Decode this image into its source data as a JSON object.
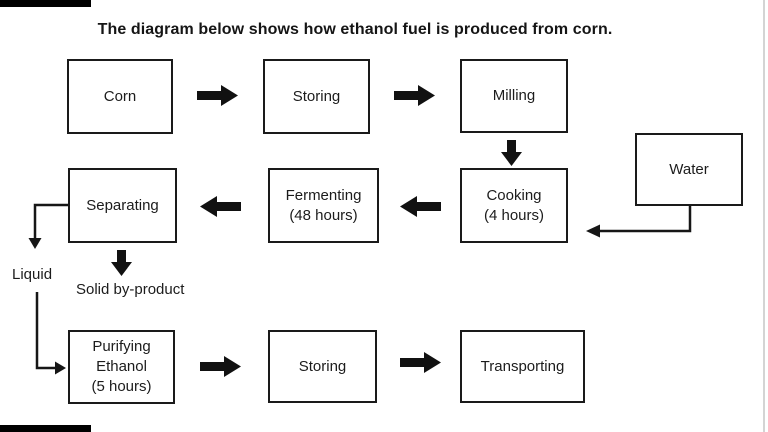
{
  "title": "The diagram below shows how ethanol fuel is produced from corn.",
  "ink_color": "#1a1a1a",
  "diagram": {
    "nodes": [
      {
        "id": "corn",
        "lines": [
          "Corn"
        ]
      },
      {
        "id": "storing-1",
        "lines": [
          "Storing"
        ]
      },
      {
        "id": "milling",
        "lines": [
          "Milling"
        ]
      },
      {
        "id": "water",
        "lines": [
          "Water"
        ]
      },
      {
        "id": "separating",
        "lines": [
          "Separating"
        ]
      },
      {
        "id": "fermenting",
        "lines": [
          "Fermenting",
          "(48 hours)"
        ]
      },
      {
        "id": "cooking",
        "lines": [
          "Cooking",
          "(4 hours)"
        ]
      },
      {
        "id": "purifying-ethanol",
        "lines": [
          "Purifying",
          "Ethanol",
          "(5 hours)"
        ]
      },
      {
        "id": "storing-2",
        "lines": [
          "Storing"
        ]
      },
      {
        "id": "transporting",
        "lines": [
          "Transporting"
        ]
      }
    ],
    "annotations": {
      "liquid": "Liquid",
      "solid_by_product": "Solid by-product"
    },
    "edges": [
      {
        "from": "Corn",
        "to": "Storing",
        "style": "block-arrow-right"
      },
      {
        "from": "Storing",
        "to": "Milling",
        "style": "block-arrow-right"
      },
      {
        "from": "Milling",
        "to": "Cooking",
        "style": "block-arrow-down"
      },
      {
        "from": "Cooking",
        "to": "Fermenting",
        "style": "block-arrow-left"
      },
      {
        "from": "Fermenting",
        "to": "Separating",
        "style": "block-arrow-left"
      },
      {
        "from": "Separating",
        "to": "Solid by-product",
        "style": "block-arrow-down"
      },
      {
        "from": "Water",
        "to": "Cooking",
        "style": "thin-line-arrow"
      },
      {
        "from": "Separating",
        "to": "Liquid",
        "style": "thin-line-arrow"
      },
      {
        "from": "Liquid",
        "to": "Purifying Ethanol",
        "style": "thin-line-arrow"
      },
      {
        "from": "Purifying Ethanol",
        "to": "Storing",
        "style": "block-arrow-right"
      },
      {
        "from": "Storing",
        "to": "Transporting",
        "style": "block-arrow-right"
      }
    ]
  }
}
